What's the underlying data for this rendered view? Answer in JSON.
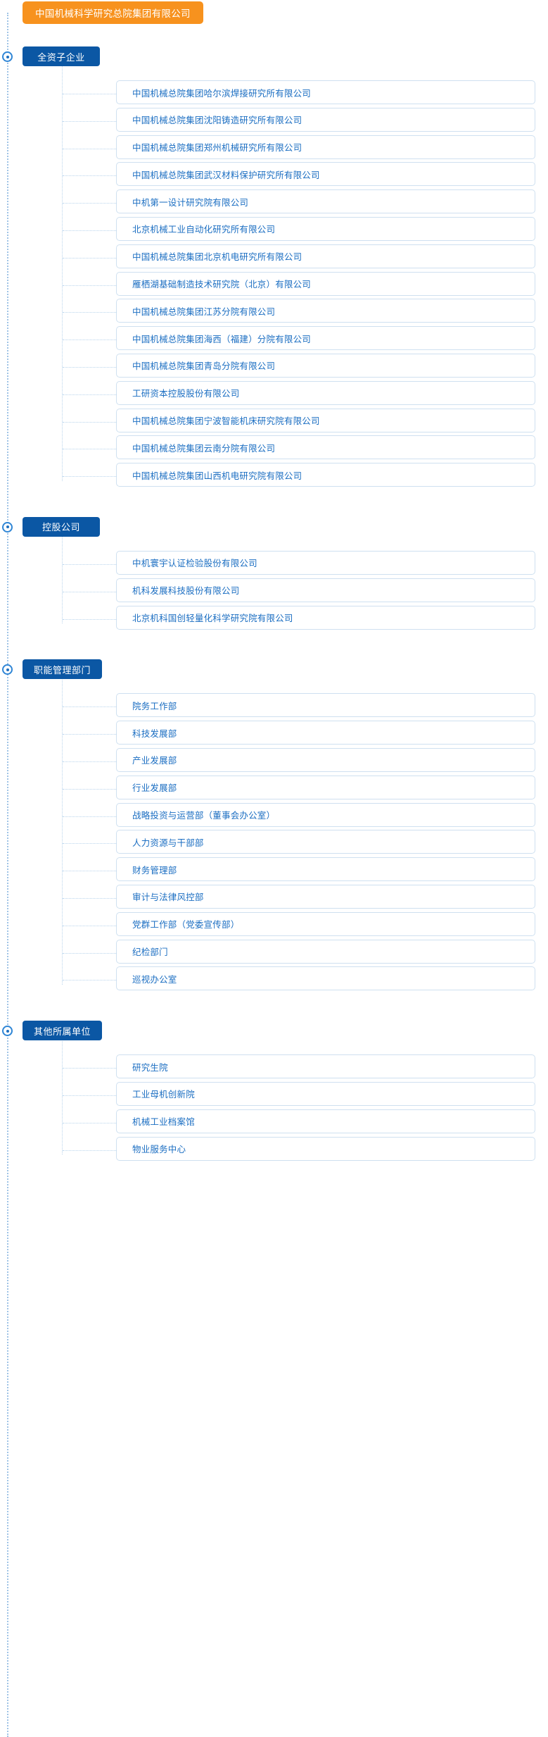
{
  "root": {
    "label": "中国机械科学研究总院集团有限公司",
    "color": "#f7921e"
  },
  "colors": {
    "root_bg": "#f7921e",
    "section_bg": "#0b57a4",
    "item_text": "#1b6ec2",
    "item_border": "#cfe0f0",
    "dotted_line": "#b9d4ec",
    "spine_line": "#9fc3e6",
    "node_marker": "#2f86d6"
  },
  "sections": [
    {
      "title": "全资子企业",
      "items": [
        "中国机械总院集团哈尔滨焊接研究所有限公司",
        "中国机械总院集团沈阳铸造研究所有限公司",
        "中国机械总院集团郑州机械研究所有限公司",
        "中国机械总院集团武汉材料保护研究所有限公司",
        "中机第一设计研究院有限公司",
        "北京机械工业自动化研究所有限公司",
        "中国机械总院集团北京机电研究所有限公司",
        "雁栖湖基础制造技术研究院（北京）有限公司",
        "中国机械总院集团江苏分院有限公司",
        "中国机械总院集团海西（福建）分院有限公司",
        "中国机械总院集团青岛分院有限公司",
        "工研资本控股股份有限公司",
        "中国机械总院集团宁波智能机床研究院有限公司",
        "中国机械总院集团云南分院有限公司",
        "中国机械总院集团山西机电研究院有限公司"
      ]
    },
    {
      "title": "控股公司",
      "items": [
        "中机寰宇认证检验股份有限公司",
        "机科发展科技股份有限公司",
        "北京机科国创轻量化科学研究院有限公司"
      ]
    },
    {
      "title": "职能管理部门",
      "items": [
        "院务工作部",
        "科技发展部",
        "产业发展部",
        "行业发展部",
        "战略投资与运营部（董事会办公室）",
        "人力资源与干部部",
        "财务管理部",
        "审计与法律风控部",
        "党群工作部（党委宣传部）",
        "纪检部门",
        "巡视办公室"
      ]
    },
    {
      "title": "其他所属单位",
      "items": [
        "研究生院",
        "工业母机创新院",
        "机械工业档案馆",
        "物业服务中心"
      ]
    }
  ]
}
